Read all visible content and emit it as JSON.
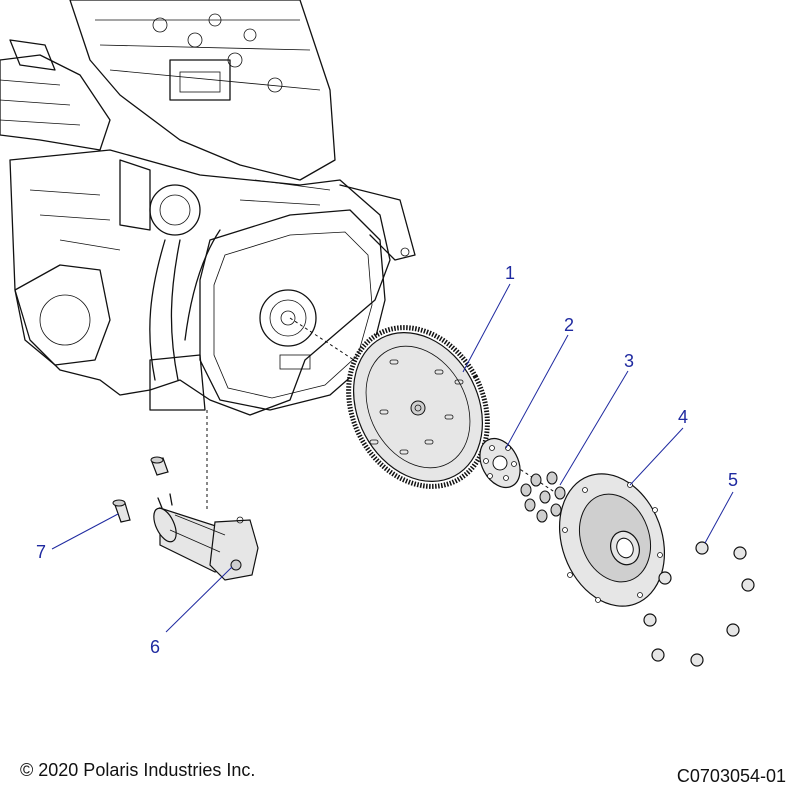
{
  "callouts": [
    {
      "id": "1",
      "label": "1",
      "part": "flywheel"
    },
    {
      "id": "2",
      "label": "2",
      "part": "spacer-plate"
    },
    {
      "id": "3",
      "label": "3",
      "part": "bolt-set"
    },
    {
      "id": "4",
      "label": "4",
      "part": "drive-hub"
    },
    {
      "id": "5",
      "label": "5",
      "part": "nut-set"
    },
    {
      "id": "6",
      "label": "6",
      "part": "starter-motor"
    },
    {
      "id": "7",
      "label": "7",
      "part": "starter-bolt"
    }
  ],
  "footer": {
    "copyright": "© 2020 Polaris Industries Inc.",
    "drawing_number": "C0703054-01"
  },
  "colors": {
    "callout": "#1f2aa0",
    "line": "#111111",
    "part_fill": "#e6e6e6"
  }
}
